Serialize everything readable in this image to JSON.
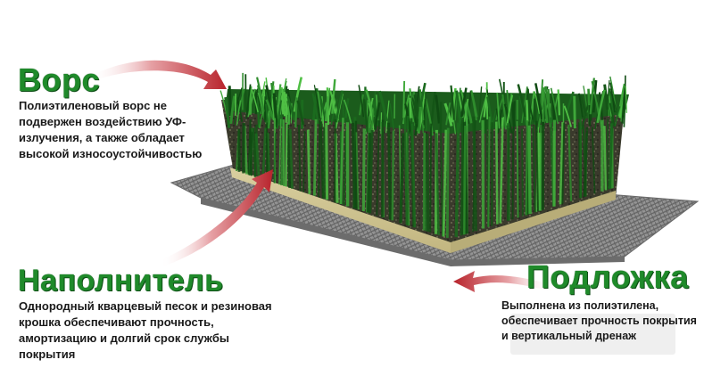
{
  "colors": {
    "heading_green": "#1f8a2a",
    "arrow_red": "#b8242c",
    "grass_dark": "#0f4a12",
    "grass_light": "#3fa83a",
    "soil": "#3b3a2a",
    "mesh": "#8a8a8a"
  },
  "labels": {
    "pile": {
      "title": "Ворс",
      "desc": "Полиэтиленовый ворс не подвержен воздействию УФ-излучения, а также обладает высокой износоустойчивостью"
    },
    "infill": {
      "title": "Наполнитель",
      "desc": "Однородный кварцевый песок и резиновая крошка обеспечивают прочность, амортизацию и долгий срок службы покрытия"
    },
    "base": {
      "title": "Подложка",
      "desc": "Выполнена из полиэтилена, обеспечивает прочность покрытия и вертикальный дренаж"
    }
  },
  "icons": [
    "arrow-to-pile-icon",
    "arrow-to-infill-icon",
    "arrow-to-base-icon"
  ]
}
